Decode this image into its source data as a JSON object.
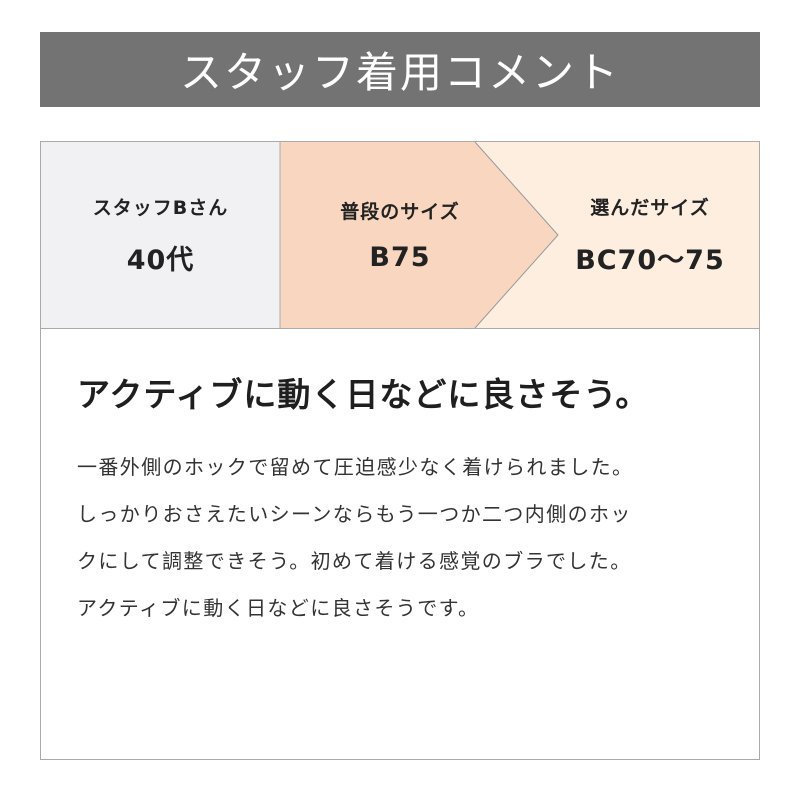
{
  "header": {
    "title": "スタッフ着用コメント"
  },
  "colors": {
    "header_bg": "#737373",
    "staff_bg": "#f1f1f4",
    "usual_bg": "#f8d6bf",
    "chosen_bg": "#fdeee0",
    "border": "#aaaaaa"
  },
  "size_info": {
    "staff": {
      "label": "スタッフBさん",
      "value": "40代"
    },
    "usual": {
      "label": "普段のサイズ",
      "value": "B75"
    },
    "chosen": {
      "label": "選んだサイズ",
      "value": "BC70〜75"
    }
  },
  "comment": {
    "heading": "アクティブに動く日などに良さそう。",
    "lines": [
      "一番外側のホックで留めて圧迫感少なく着けられました。",
      "しっかりおさえたいシーンならもう一つか二つ内側のホッ",
      "クにして調整できそう。初めて着ける感覚のブラでした。",
      "アクティブに動く日などに良さそうです。"
    ]
  }
}
